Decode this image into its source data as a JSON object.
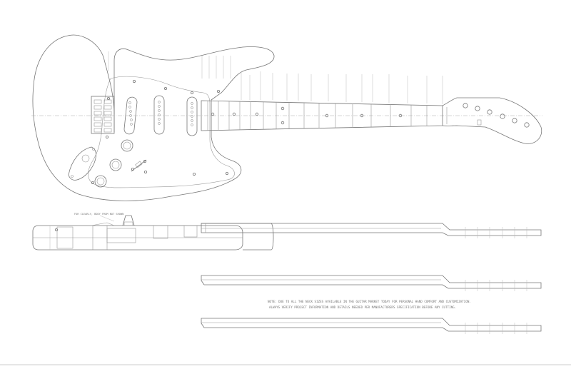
{
  "drawing": {
    "note_line1": "NOTE: DUE TO ALL THE NECK SIZES AVAILABLE IN THE GUITAR MARKET TODAY FOR PERSONAL HAND COMFORT AND CUSTOMIZATION.",
    "note_line2": "ALWAYS VERIFY PROJECT INFORMATION AND DETAILS NEEDED PER MANUFACTURERS SPECIFICATION BEFORE ANY CUTTING.",
    "side_view_label": "FOR CLEARLY, BODY FROM NOT SHOWN"
  }
}
